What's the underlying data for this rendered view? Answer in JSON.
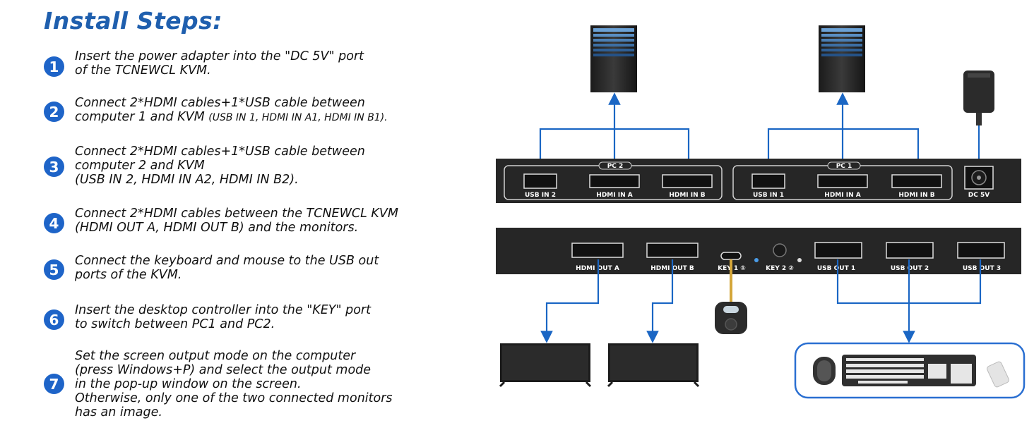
{
  "title": "Install Steps:",
  "steps": [
    {
      "number": "1",
      "text": "Insert the power adapter into the \"DC 5V\" port\nof the TCNEWCL KVM.",
      "note": ""
    },
    {
      "number": "2",
      "text": "Connect 2*HDMI cables+1*USB cable between\ncomputer 1 and KVM ",
      "note": "(USB IN 1, HDMI IN A1, HDMI IN B1)."
    },
    {
      "number": "3",
      "text": "Connect 2*HDMI cables+1*USB cable between\ncomputer 2 and KVM\n(USB IN 2, HDMI IN A2, HDMI IN B2).",
      "note": ""
    },
    {
      "number": "4",
      "text": "Connect 2*HDMI cables between the TCNEWCL KVM\n(HDMI OUT A,  HDMI OUT B) and the monitors.",
      "note": ""
    },
    {
      "number": "5",
      "text": "Connect the keyboard and mouse to the USB out\nports of the KVM.",
      "note": ""
    },
    {
      "number": "6",
      "text": "Insert the desktop controller into the \"KEY\" port\nto switch between PC1 and PC2.",
      "note": ""
    },
    {
      "number": "7",
      "text": "Set the screen output mode on the computer\n(press Windows+P) and select the output mode\nin the pop-up window on the screen.\nOtherwise, only one of the two connected monitors\nhas an image.",
      "note": ""
    }
  ],
  "kvm_front": {
    "groups": [
      {
        "badge": "PC 2",
        "ports": [
          "USB IN 2",
          "HDMI IN A",
          "HDMI IN B"
        ]
      },
      {
        "badge": "PC 1",
        "ports": [
          "USB IN 1",
          "HDMI IN A",
          "HDMI IN B"
        ]
      }
    ],
    "power_label": "DC 5V"
  },
  "kvm_back": {
    "labels": [
      "HDMI OUT A",
      "HDMI OUT B",
      "KEY 1 ①",
      "KEY 2 ②",
      "USB OUT 1",
      "USB OUT 2",
      "USB OUT 3"
    ]
  },
  "colors": {
    "title": "#1f5fae",
    "step_circle": "#1e64c8",
    "connector_line": "#1a66c4",
    "kvm_body": "#262626",
    "peripheral_frame": "#2a6fd1"
  },
  "icons": [
    "computer-tower-icon",
    "power-adapter-icon",
    "monitor-icon",
    "key-controller-icon",
    "mouse-icon",
    "keyboard-icon",
    "usb-receiver-icon"
  ]
}
